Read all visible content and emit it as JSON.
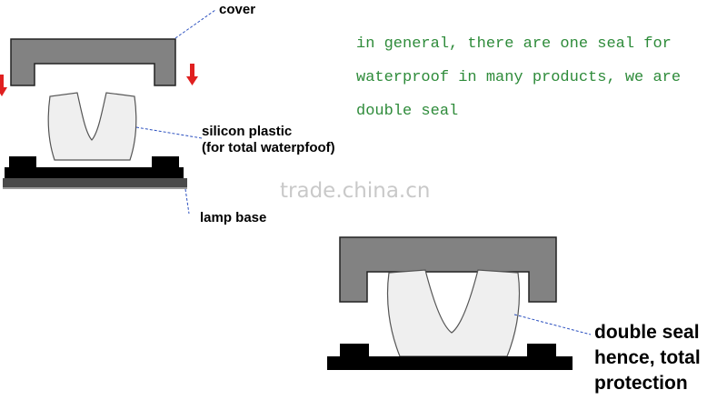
{
  "labels": {
    "cover": "cover",
    "silicon": [
      "silicon plastic",
      "(for total waterpfoof)"
    ],
    "lamp_base": "lamp base",
    "double_seal": [
      "double seal",
      "hence, total",
      "protection"
    ]
  },
  "note": [
    "in general, there are one seal for",
    "waterproof in many products, we are",
    "double seal"
  ],
  "watermark": "trade.china.cn",
  "colors": {
    "cover": "#828282",
    "seal_fill": "#efefef",
    "base": "#000000",
    "arrow": "#e02020",
    "leader": "#2a4fbf",
    "note_text": "#2e8b3a",
    "watermark": "#c9c9c9"
  }
}
